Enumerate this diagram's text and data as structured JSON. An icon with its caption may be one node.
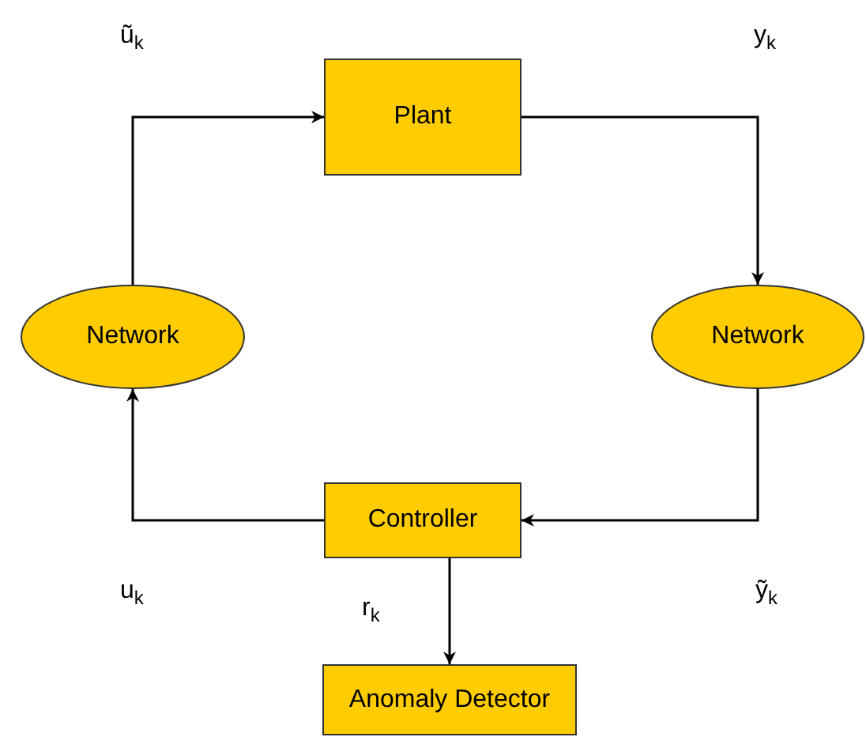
{
  "diagram": {
    "nodes": [
      {
        "text": [
          "Plant"
        ]
      },
      {
        "text": [
          "Network"
        ]
      },
      {
        "text": [
          "Network"
        ]
      },
      {
        "text": [
          "Controller"
        ]
      },
      {
        "text": [
          "Anomaly Detector"
        ]
      }
    ],
    "edges": [
      {
        "from": 1,
        "to": 0,
        "arrow": "to"
      },
      {
        "from": 0,
        "to": 2,
        "arrow": "to"
      },
      {
        "from": 2,
        "to": 3,
        "arrow": "to"
      },
      {
        "from": 3,
        "to": 1,
        "arrow": "to"
      },
      {
        "from": 3,
        "to": 4,
        "arrow": "to"
      }
    ],
    "labels": [
      "ũ$_{k}$",
      "y$_{k}$",
      "u$_{k}$",
      "r$_{k}$",
      "ỹ$_{k}$"
    ]
  }
}
